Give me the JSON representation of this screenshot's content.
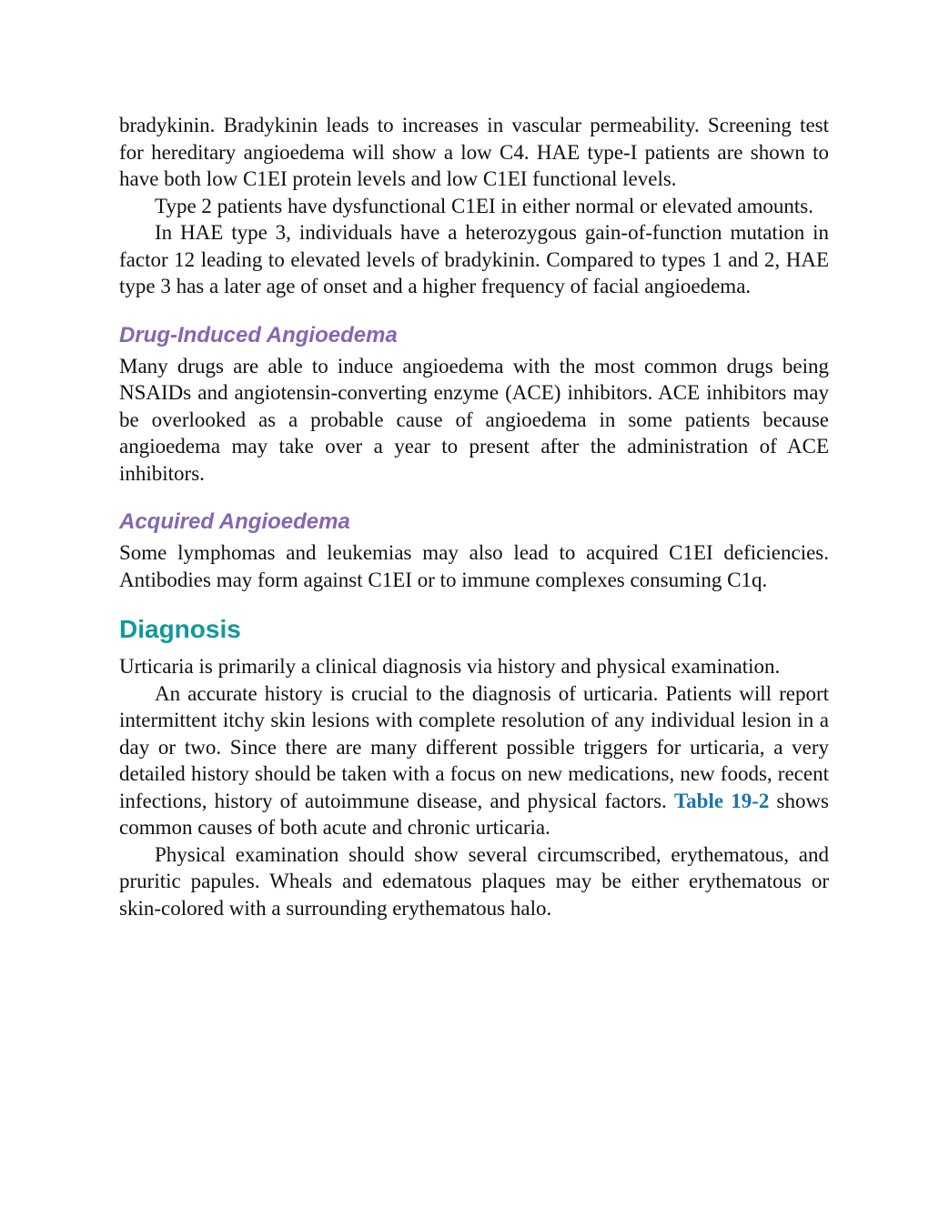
{
  "paragraphs_top": [
    "bradykinin. Bradykinin leads to increases in vascular permeability. Screening test for hereditary angioedema will show a low C4. HAE type-I patients are shown to have both low C1EI protein levels and low C1EI functional levels.",
    "Type 2 patients have dysfunctional C1EI in either normal or elevated amounts.",
    "In HAE type 3, individuals have a heterozygous gain-of-function mutation in factor 12 leading to elevated levels of bradykinin. Compared to types 1 and 2, HAE type 3 has a later age of onset and a higher frequency of facial angioedema."
  ],
  "drug_induced": {
    "heading": "Drug-Induced Angioedema",
    "text": "Many drugs are able to induce angioedema with the most common drugs being NSAIDs and angiotensin-converting enzyme (ACE) inhibitors. ACE inhibitors may be overlooked as a probable cause of angioedema in some patients because angioedema may take over a year to present after the administration of ACE inhibitors."
  },
  "acquired": {
    "heading": "Acquired Angioedema",
    "text": "Some lymphomas and leukemias may also lead to acquired C1EI deficiencies. Antibodies may form against C1EI or to immune complexes consuming C1q."
  },
  "diagnosis": {
    "heading": "Diagnosis",
    "p1": "Urticaria is primarily a clinical diagnosis via history and physical examination.",
    "p2_before": "An accurate history is crucial to the diagnosis of urticaria. Patients will report intermittent itchy skin lesions with complete resolution of any individual lesion in a day or two. Since there are many different possible triggers for urticaria, a very detailed history should be taken with a focus on new medications, new foods, recent infections, history of autoimmune disease, and physical factors. ",
    "p2_link": "Table 19-2",
    "p2_after": " shows common causes of both acute and chronic urticaria.",
    "p3": "Physical examination should show several circumscribed, erythematous, and pruritic papules. Wheals and edematous plaques may be either erythematous or skin-colored with a surrounding erythematous halo."
  },
  "colors": {
    "subheading": "#8466b1",
    "section_heading": "#12999a",
    "cross_reference": "#1a74b0"
  }
}
